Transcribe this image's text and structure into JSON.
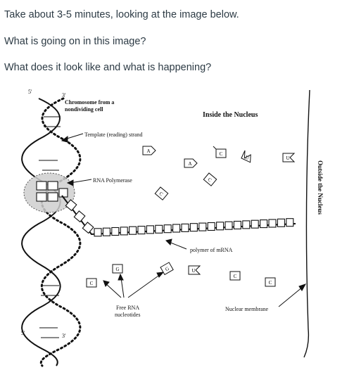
{
  "prompt": {
    "line1": "Take about 3-5 minutes, looking at the image below.",
    "line2": "What is going on in this image?",
    "line3": "What does it look like and what is happening?"
  },
  "figure": {
    "end_top_5": "5'",
    "end_top_3": "3'",
    "end_bottom_5": "5'",
    "end_bottom_3": "3'",
    "chromosome_label_1": "Chromosome from a",
    "chromosome_label_2": "nondividing cell",
    "template_label": "Template (reading) strand",
    "polymerase_label": "RNA Polymerase",
    "inside_label": "Inside the Nucleus",
    "outside_label": "Outside the Nucleus",
    "polymer_label": "polymer of mRNA",
    "free_label_1": "Free RNA",
    "free_label_2": "nucleotides",
    "membrane_label": "Nuclear membrane",
    "nucleotides": {
      "a1": "A",
      "a2": "A",
      "c1": "C",
      "u1": "U",
      "u2": "U",
      "c2": "C",
      "c3": "C",
      "g1": "G",
      "c4": "C",
      "g2": "G",
      "u3": "U",
      "c5": "C",
      "c6": "C"
    }
  }
}
